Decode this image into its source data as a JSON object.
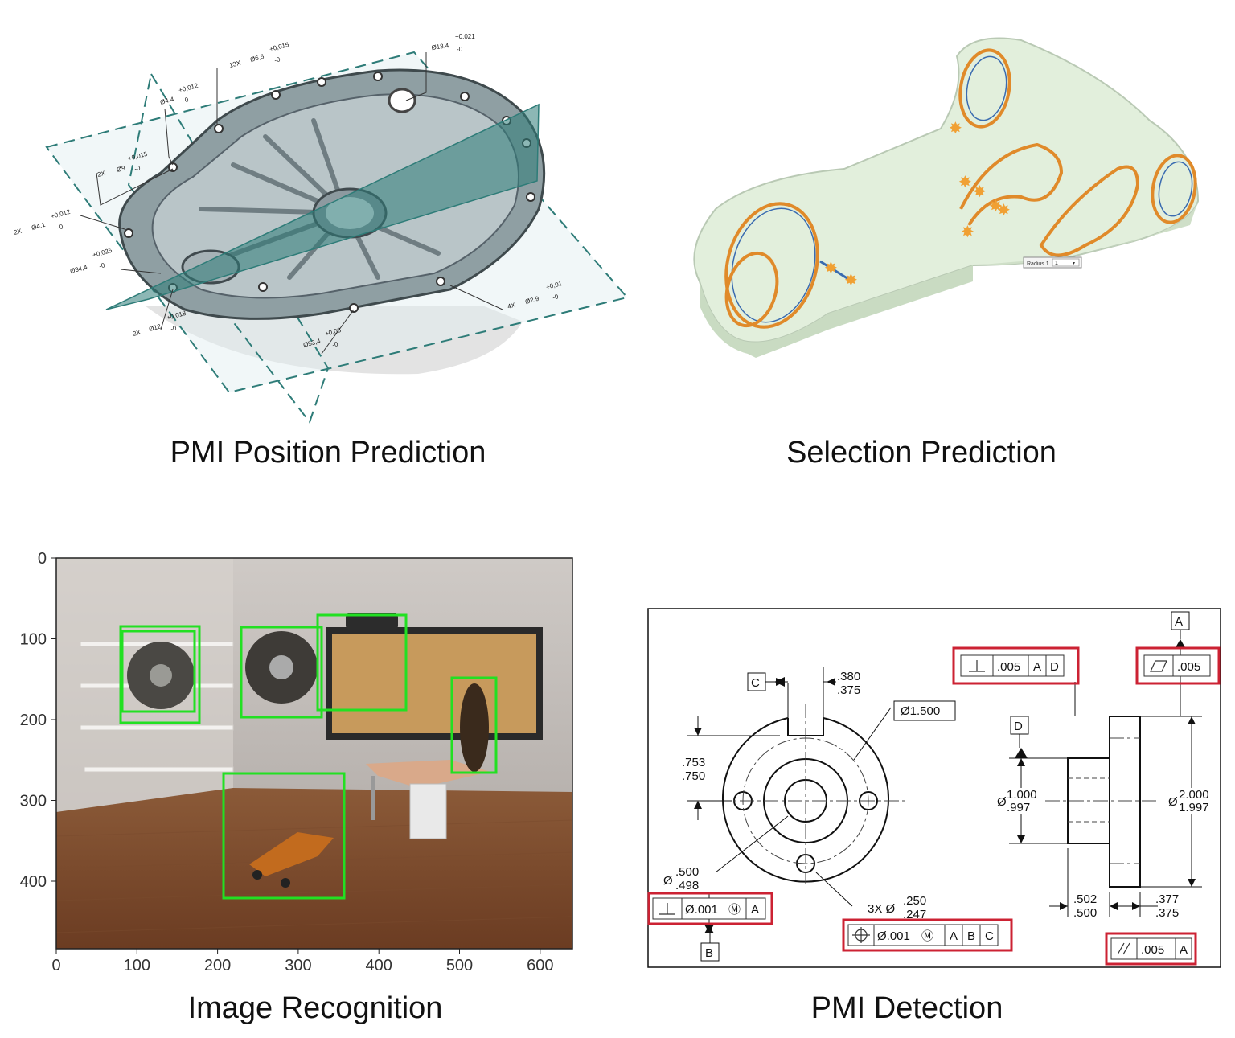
{
  "captions": {
    "top_left": "PMI Position Prediction",
    "top_right": "Selection Prediction",
    "bottom_left": "Image Recognition",
    "bottom_right": "PMI Detection"
  },
  "pmi_position": {
    "dims": [
      "Ø18,4",
      "+0,021",
      "-0",
      "13X",
      "Ø6,5",
      "+0,015",
      "-0",
      "Ø4,4",
      "+0,012",
      "-0",
      "2X",
      "Ø9",
      "+0,015",
      "-0",
      "2X",
      "Ø4,1",
      "+0,012",
      "-0",
      "Ø34,4",
      "+0,025",
      "-0",
      "2X",
      "Ø12",
      "+0,018",
      "-0",
      "Ø53,4",
      "+0,03",
      "-0",
      "4X",
      "Ø2,9",
      "+0,01",
      "-0"
    ]
  },
  "selection_prediction": {
    "radius_label": "Radius 1",
    "radius_value": "1"
  },
  "image_recognition": {
    "x_ticks": [
      "0",
      "100",
      "200",
      "300",
      "400",
      "500",
      "600"
    ],
    "y_ticks": [
      "0",
      "100",
      "200",
      "300",
      "400"
    ],
    "box_color": "#22e022"
  },
  "pmi_detection": {
    "highlight_color": "#cc2233",
    "datums": [
      "A",
      "B",
      "C",
      "D"
    ],
    "texts": {
      "slot_top": ".380",
      "slot_bot": ".375",
      "od": "Ø1.500",
      "h_top": ".753",
      "h_bot": ".750",
      "bore_top": ".500",
      "bore_bot": ".498",
      "holes_qty": "3X Ø",
      "holes_top": ".250",
      "holes_bot": ".247",
      "shaft_top": "1.000",
      "shaft_bot": ".997",
      "flange_top": "2.000",
      "flange_bot": "1.997",
      "len1_top": ".502",
      "len1_bot": ".500",
      "len2_top": ".377",
      "len2_bot": ".375",
      "dia": "Ø"
    },
    "frames": {
      "perp_top": [
        ".005",
        "A",
        "D"
      ],
      "flat": [
        ".005"
      ],
      "perp_left": [
        "Ø.001",
        "Ⓜ",
        "A"
      ],
      "position": [
        "Ø.001",
        "Ⓜ",
        "A",
        "B",
        "C"
      ],
      "parallel": [
        ".005",
        "A"
      ]
    }
  }
}
